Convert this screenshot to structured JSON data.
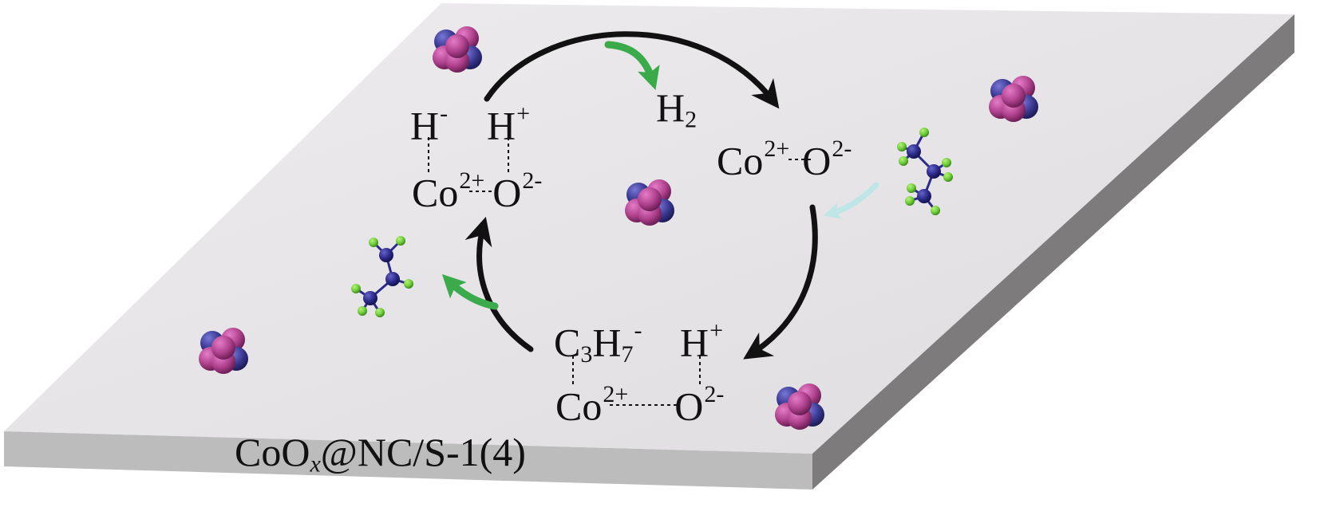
{
  "surface_label": {
    "main": "CoO",
    "sub": "x",
    "rest": "@NC/S-1(4)"
  },
  "species": {
    "hydride": {
      "base": "H",
      "sup": "-"
    },
    "proton_top": {
      "base": "H",
      "sup": "+"
    },
    "h2": {
      "base": "H",
      "sub": "2"
    },
    "co_top_left": {
      "base": "Co",
      "sup": "2+"
    },
    "o_top_left": {
      "base": "O",
      "sup": "2-"
    },
    "co_top_right": {
      "base": "Co",
      "sup": "2+"
    },
    "o_top_right": {
      "base": "O",
      "sup": "2-"
    },
    "propyl": {
      "c": "C",
      "c_sub": "3",
      "h": "H",
      "h_sub": "7",
      "sup": "-"
    },
    "proton_bottom": {
      "base": "H",
      "sup": "+"
    },
    "co_bottom": {
      "base": "Co",
      "sup": "2+"
    },
    "o_bottom": {
      "base": "O",
      "sup": "2-"
    }
  },
  "colors": {
    "plate_top": "#e8e6e7",
    "plate_front": "#bdbcbd",
    "plate_side": "#7d7b7c",
    "cycle_arrow": "#111111",
    "flow_arrow": "#3aaa4a",
    "faint_arrow": "#bfe6e6",
    "cluster_pink": "#b0428e",
    "cluster_blue": "#3b3a94",
    "atom_green": "#6fcf3a",
    "atom_blue": "#2b2a8a"
  }
}
